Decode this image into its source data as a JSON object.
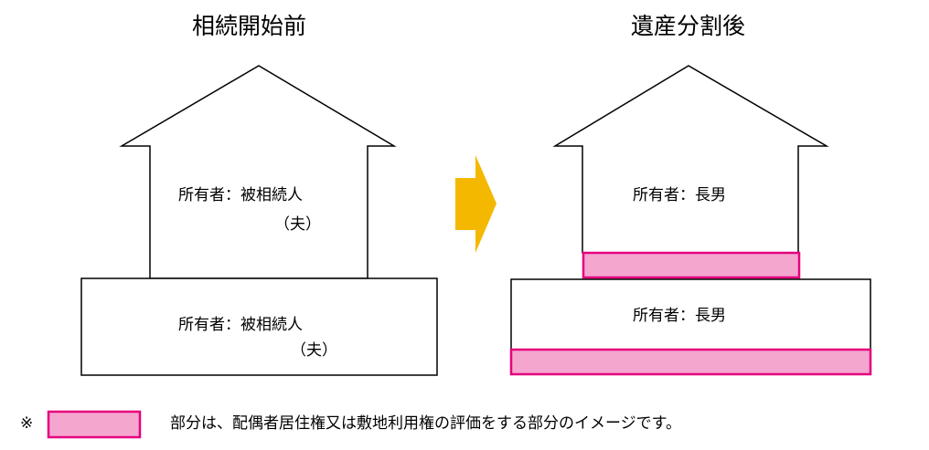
{
  "before": {
    "title": "相続開始前",
    "house_owner_line1": "所有者：被相続人",
    "house_owner_line2": "（夫）",
    "land_owner_line1": "所有者：被相続人",
    "land_owner_line2": "（夫）"
  },
  "after": {
    "title": "遺産分割後",
    "house_owner": "所有者：長男",
    "land_owner": "所有者：長男"
  },
  "legend": {
    "marker": "※",
    "text": "部分は、配偶者居住権又は敷地利用権の評価をする部分のイメージです。"
  },
  "colors": {
    "arrow": "#F5B800",
    "highlight_fill": "#F4A6CF",
    "highlight_stroke": "#E5007E"
  }
}
